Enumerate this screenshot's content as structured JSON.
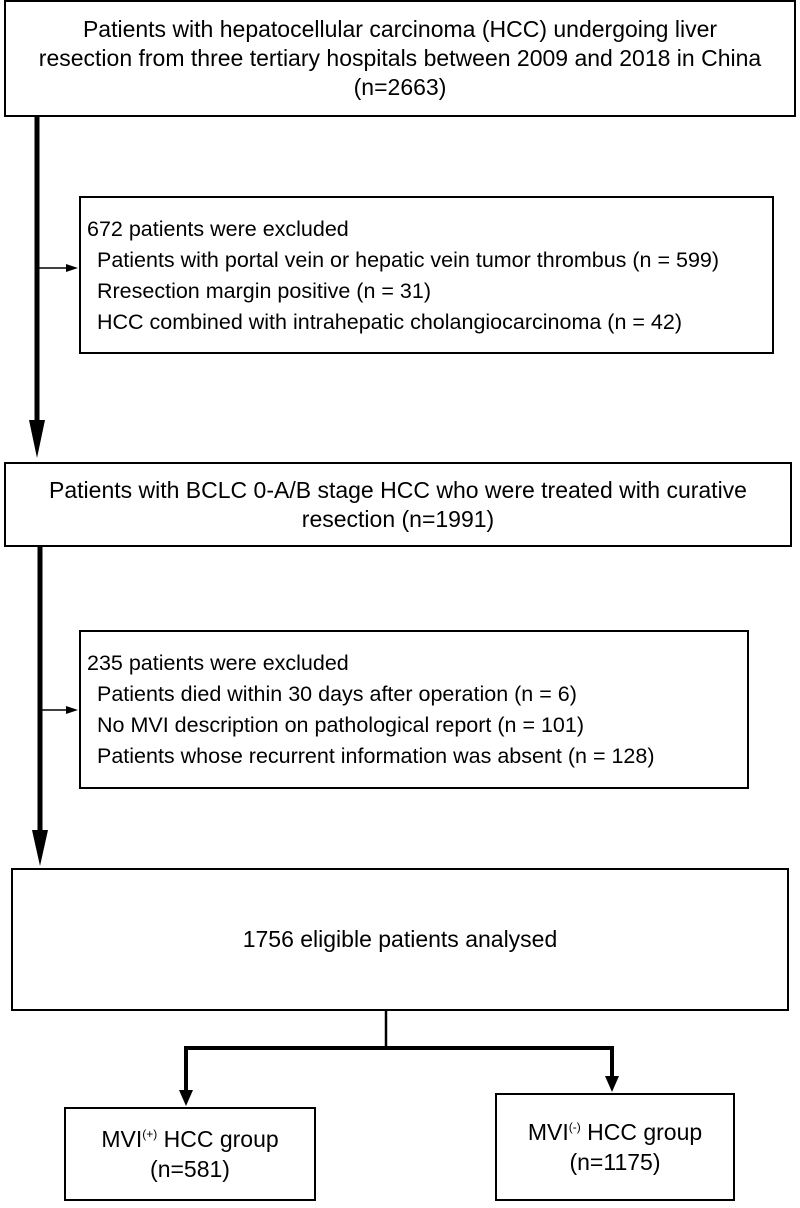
{
  "box1": {
    "lines": [
      "Patients with hepatocellular carcinoma (HCC) undergoing liver",
      "resection from three tertiary hospitals between 2009 and 2018 in China",
      "(n=2663)"
    ]
  },
  "box2": {
    "title": "672 patients were excluded",
    "items": [
      "Patients with portal vein or hepatic vein tumor thrombus (n = 599)",
      "Rresection margin positive (n = 31)",
      "HCC combined with intrahepatic cholangiocarcinoma (n = 42)"
    ]
  },
  "box3": {
    "lines": [
      "Patients with BCLC 0-A/B stage HCC who were treated with curative",
      "resection (n=1991)"
    ]
  },
  "box4": {
    "title": "235 patients were excluded",
    "items": [
      "Patients died within 30 days after operation (n = 6)",
      "No MVI description on pathological report (n = 101)",
      "Patients whose recurrent information was absent (n = 128)"
    ]
  },
  "box5": {
    "text": "1756 eligible patients analysed"
  },
  "group_pos": {
    "prefix": "MVI",
    "sup": "(+)",
    "suffix": " HCC group",
    "count": "(n=581)"
  },
  "group_neg": {
    "prefix": "MVI",
    "sup": "(-)",
    "suffix": " HCC group",
    "count": "(n=1175)"
  }
}
